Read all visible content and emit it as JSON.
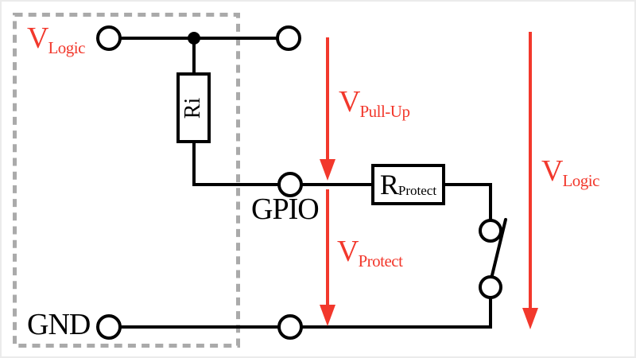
{
  "colors": {
    "annotation_red": "#f2382c",
    "wire_black": "#000000",
    "chip_outline_gray": "#aaaaaa",
    "background": "#ffffff"
  },
  "labels": {
    "v_logic_left": {
      "main": "V",
      "sub": "Logic"
    },
    "v_pull_up": {
      "main": "V",
      "sub": "Pull-Up"
    },
    "v_protect": {
      "main": "V",
      "sub": "Protect"
    },
    "v_logic_right": {
      "main": "V",
      "sub": "Logic"
    },
    "gpio": "GPIO",
    "gnd": "GND",
    "ri": "Ri",
    "r_protect": {
      "main": "R",
      "sub": "Protect"
    }
  }
}
